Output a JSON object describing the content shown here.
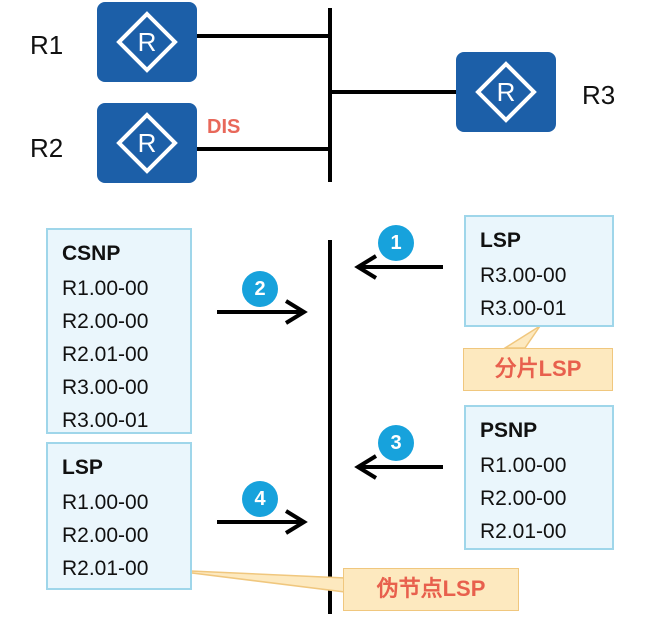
{
  "routers": [
    {
      "label": "R1",
      "icon": "router-icon"
    },
    {
      "label": "R2",
      "icon": "router-icon"
    },
    {
      "label": "R3",
      "icon": "router-icon"
    }
  ],
  "dis_label": "DIS",
  "boxes": {
    "csnp": {
      "title": "CSNP",
      "items": [
        "R1.00-00",
        "R2.00-00",
        "R2.01-00",
        "R3.00-00",
        "R3.00-01"
      ]
    },
    "lsp_left": {
      "title": "LSP",
      "items": [
        "R1.00-00",
        "R2.00-00",
        "R2.01-00"
      ]
    },
    "lsp_right": {
      "title": "LSP",
      "items": [
        "R3.00-00",
        "R3.00-01"
      ]
    },
    "psnp": {
      "title": "PSNP",
      "items": [
        "R1.00-00",
        "R2.00-00",
        "R2.01-00"
      ]
    }
  },
  "steps": [
    "1",
    "2",
    "3",
    "4"
  ],
  "callouts": {
    "fragment": "分片LSP",
    "pseudonode": "伪节点LSP"
  },
  "colors": {
    "router": "#1c5fa8",
    "badge": "#17a2dc",
    "box_fill": "#eaf6fc",
    "box_border": "#9fd6ea",
    "callout_fill": "#fde9bf",
    "callout_text": "#e8604d",
    "dis_text": "#e8685a"
  }
}
